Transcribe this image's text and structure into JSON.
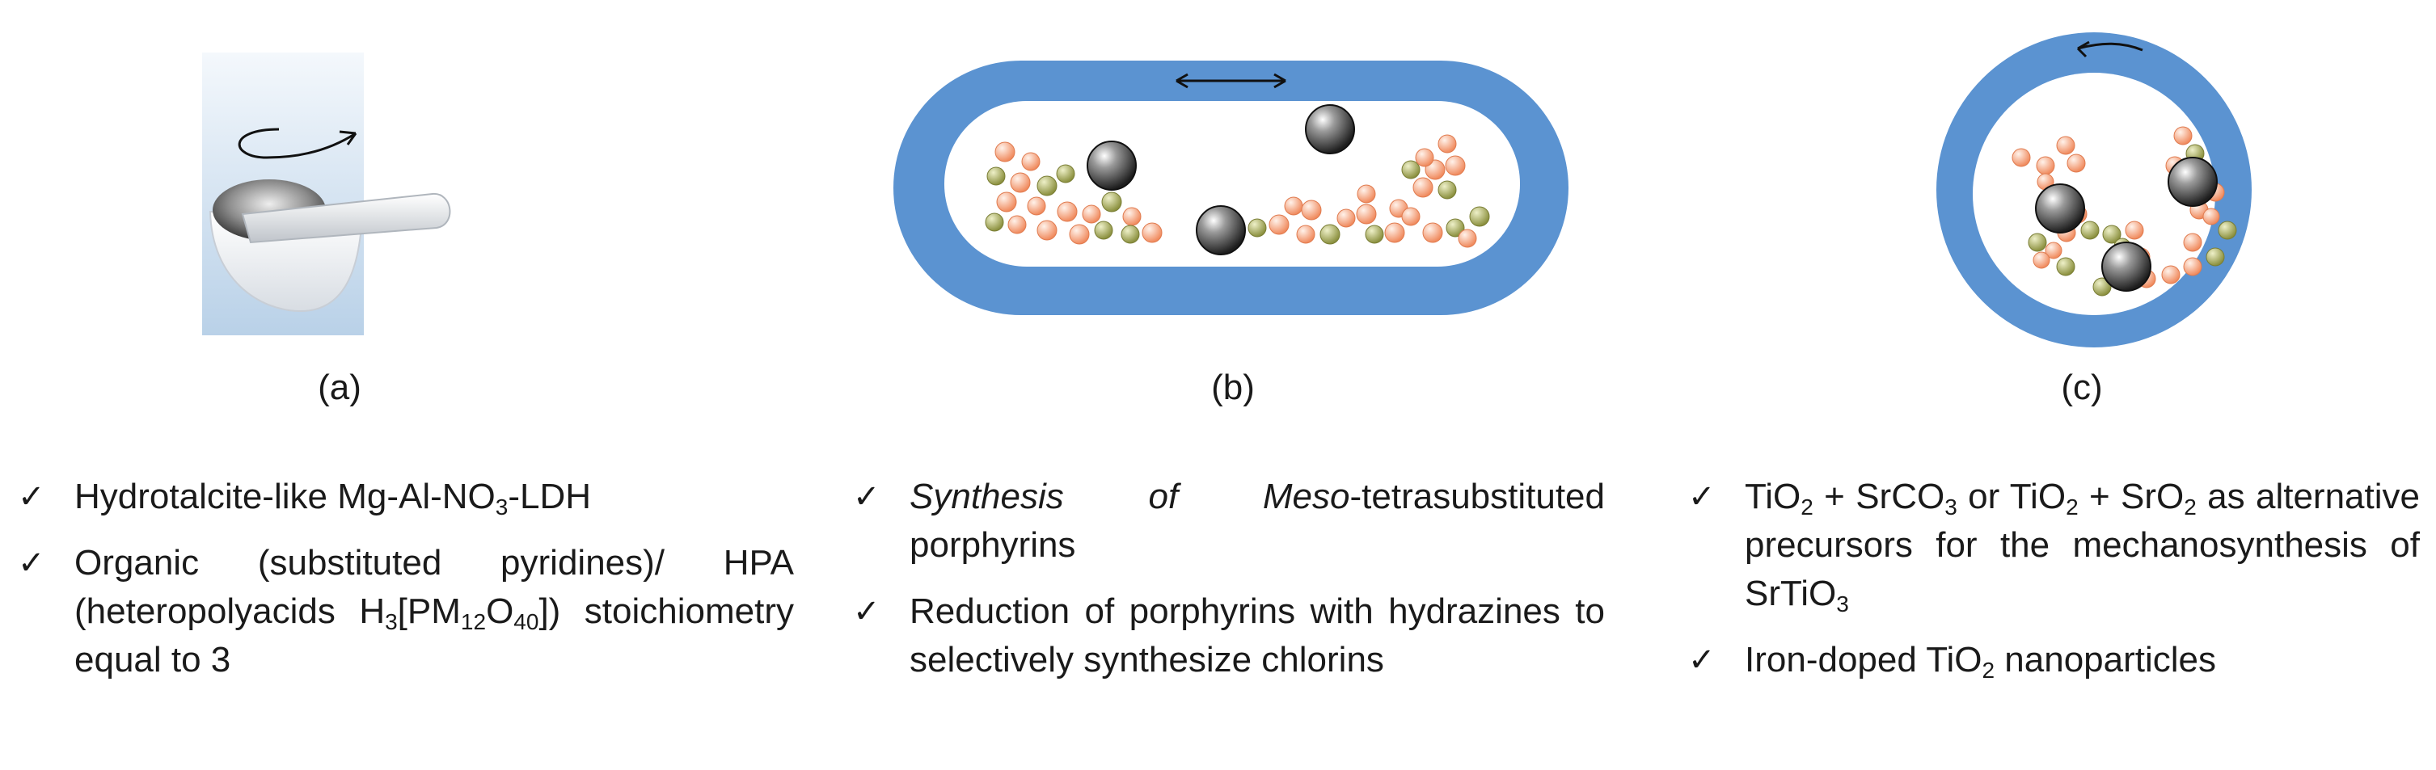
{
  "panels": {
    "a": {
      "label": "(a)"
    },
    "b": {
      "label": "(b)"
    },
    "c": {
      "label": "(c)"
    }
  },
  "colors": {
    "jar_blue": "#5b93d1",
    "ball_orange": "#f5a07a",
    "ball_olive": "#a9ad5c",
    "ball_steel": "#4a4a4a",
    "mortar_bg": "#cfe0ef"
  },
  "icons": {
    "check": "✓"
  },
  "lists": {
    "a": {
      "item1": {
        "pre": "Hydrotalcite-like Mg-Al-NO",
        "sub": "3",
        "post": "-LDH"
      },
      "item2": {
        "t1": "Organic (substituted pyridines)/ HPA (heteropolyacids H",
        "s1": "3",
        "t2": "[PM",
        "s2": "12",
        "t3": "O",
        "s3": "40",
        "t4": "]) stoichiometry equal to 3"
      }
    },
    "b": {
      "item1": {
        "ital1": "Synthesis of Meso",
        "rest": "-tetrasubstituted porphyrins"
      },
      "item2": {
        "text": "Reduction of porphyrins with hydrazines to selectively synthesize chlorins"
      }
    },
    "c": {
      "item1": {
        "t1": "TiO",
        "s1": "2",
        "t2": " + SrCO",
        "s2": "3",
        "t3": " or TiO",
        "s3": "2",
        "t4": " + SrO",
        "s4": "2",
        "t5": " as alternative precursors for the mechanosynthesis of SrTiO",
        "s5": "3"
      },
      "item2": {
        "t1": "Iron-doped TiO",
        "s1": "2",
        "t2": " nanoparticles"
      }
    }
  }
}
